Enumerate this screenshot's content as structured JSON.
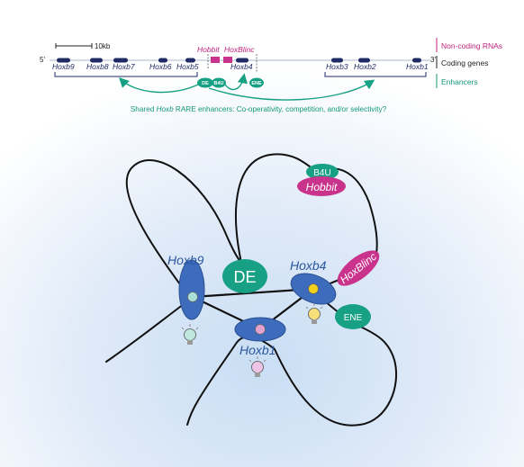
{
  "scale_bar": "10kb",
  "strand": {
    "five_prime": "5'",
    "three_prime": "3'"
  },
  "coding_genes": [
    "Hoxb9",
    "Hoxb8",
    "Hoxb7",
    "Hoxb6",
    "Hoxb5",
    "Hoxb4",
    "Hoxb3",
    "Hoxb2",
    "Hoxb1"
  ],
  "noncoding": [
    "Hobbit",
    "HoxBlinc"
  ],
  "enhancers": [
    "DE",
    "B4U",
    "ENE"
  ],
  "legend": {
    "noncoding": "Non-coding RNAs",
    "coding": "Coding genes",
    "enhancers": "Enhancers"
  },
  "caption": {
    "before": "Shared ",
    "gene": "Hoxb",
    "after": " RARE enhancers: Co-operativity, competition, and/or selectivity?"
  },
  "model": {
    "hoxb9": "Hoxb9",
    "hoxb4": "Hoxb4",
    "hoxb1": "Hoxb1",
    "de": "DE",
    "b4u": "B4U",
    "hobbit": "Hobbit",
    "hoxblinc": "HoxBlinc",
    "ene": "ENE"
  },
  "colors": {
    "coding_gene": "#1f2b63",
    "gene_blob": "#3d6cbd",
    "noncoding": "#c9338c",
    "enhancer": "#17a083",
    "legend_nc": "#c0237e",
    "hub_b9": "#a8e0d8",
    "hub_b4": "#f0d21c",
    "hub_b1": "#e3a3d0"
  }
}
